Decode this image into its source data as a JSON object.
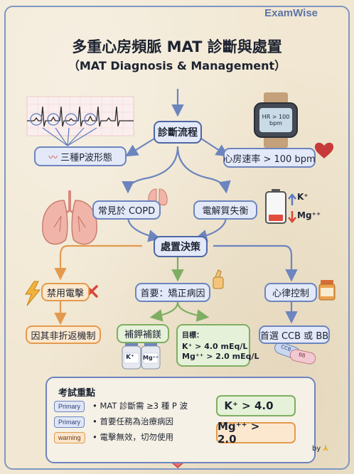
{
  "brand": "ExamWise",
  "title": "多重心房頻脈 MAT 診斷與處置",
  "subtitle": "（MAT Diagnosis & Management）",
  "nodes": {
    "diagnosis_flow": "診斷流程",
    "p_wave_shapes": "三種P波形態",
    "atrial_rate": "心房速率 > 100 bpm",
    "common_copd": "常見於 COPD",
    "electrolyte_imbalance": "電解質失衡",
    "treatment_decision": "處置決策",
    "no_cardioversion": "禁用電擊",
    "reentry_reason": "因其非折返機制",
    "first_step": "首要：矯正病因",
    "rhythm_control": "心律控制",
    "supplement": "補鉀補鎂",
    "prefer_drugs": "首選 CCB 或 BB"
  },
  "target": {
    "label": "目標：",
    "k_line": "K⁺   > 4.0 mEq/L",
    "mg_line": "Mg⁺⁺ > 2.0 mEq/L"
  },
  "watch": {
    "line1": "HR > 100",
    "line2": "bpm"
  },
  "electrolyte_labels": {
    "k": "K⁺",
    "mg": "Mg⁺⁺"
  },
  "bottle_labels": {
    "k": "K⁺",
    "mg": "Mg⁺⁺"
  },
  "pill_labels": {
    "ccb": "CCB",
    "bb": "BB"
  },
  "exam": {
    "title": "考試重點",
    "items": [
      {
        "tag": "Primary",
        "text": "• MAT 診斷需 ≥3 種 P 波"
      },
      {
        "tag": "Primary",
        "text": "• 首要任務為治療病因"
      },
      {
        "tag": "warning",
        "text": "• 電擊無效，切勿使用"
      }
    ],
    "k_target": "K⁺ > 4.0",
    "mg_target": "Mg⁺⁺ > 2.0"
  },
  "signature": "by",
  "colors": {
    "blue_border": "#6c85be",
    "green_border": "#7fae62",
    "orange_border": "#e49a4d",
    "red": "#d9463a",
    "background": "#f1e7d2"
  }
}
